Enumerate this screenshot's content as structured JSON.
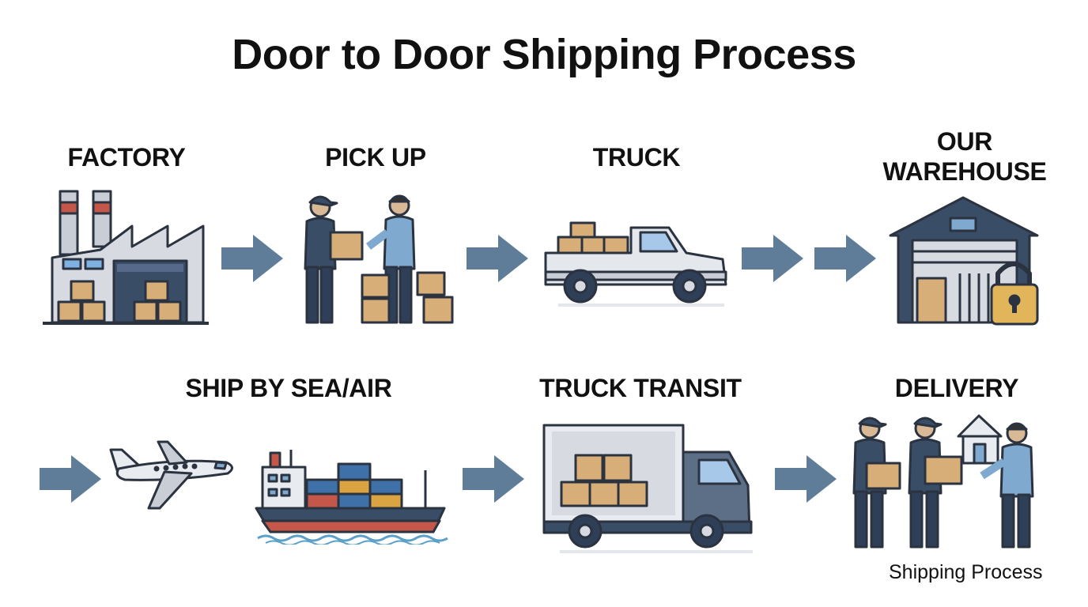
{
  "title": "Door to Door Shipping Process",
  "steps": [
    {
      "label": "FACTORY"
    },
    {
      "label": "PICK UP"
    },
    {
      "label": "TRUCK"
    },
    {
      "label": "OUR\nWAREHOUSE"
    },
    {
      "label": "SHIP BY SEA/AIR"
    },
    {
      "label": "TRUCK TRANSIT"
    },
    {
      "label": "DELIVERY"
    }
  ],
  "footer": "Shipping Process",
  "colors": {
    "arrow": "#5f7d99",
    "navy": "#3a4d66",
    "box": "#d8ae78",
    "outline": "#2b3340"
  }
}
